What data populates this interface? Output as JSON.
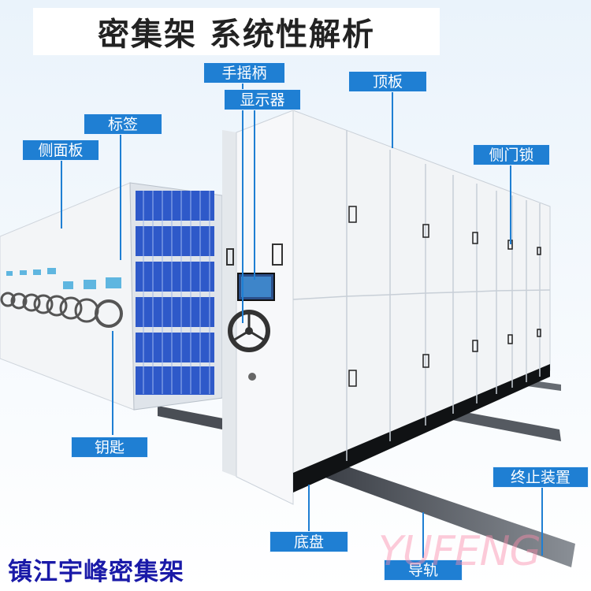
{
  "title": "密集架 系统性解析",
  "labels": {
    "side_panel": "侧面板",
    "label_tag": "标签",
    "hand_crank": "手摇柄",
    "display": "显示器",
    "top_panel": "顶板",
    "side_door_lock": "侧门锁",
    "key": "钥匙",
    "end_stop": "终止装置",
    "chassis": "底盘",
    "rail": "导轨"
  },
  "brand": "镇江宇峰密集架",
  "watermark": "YUFENG",
  "colors": {
    "label_bg": "#1f7fd3",
    "brand_text": "#1a1aa8",
    "cabinet": "#f2f4f6",
    "binder": "#2e59c9"
  }
}
